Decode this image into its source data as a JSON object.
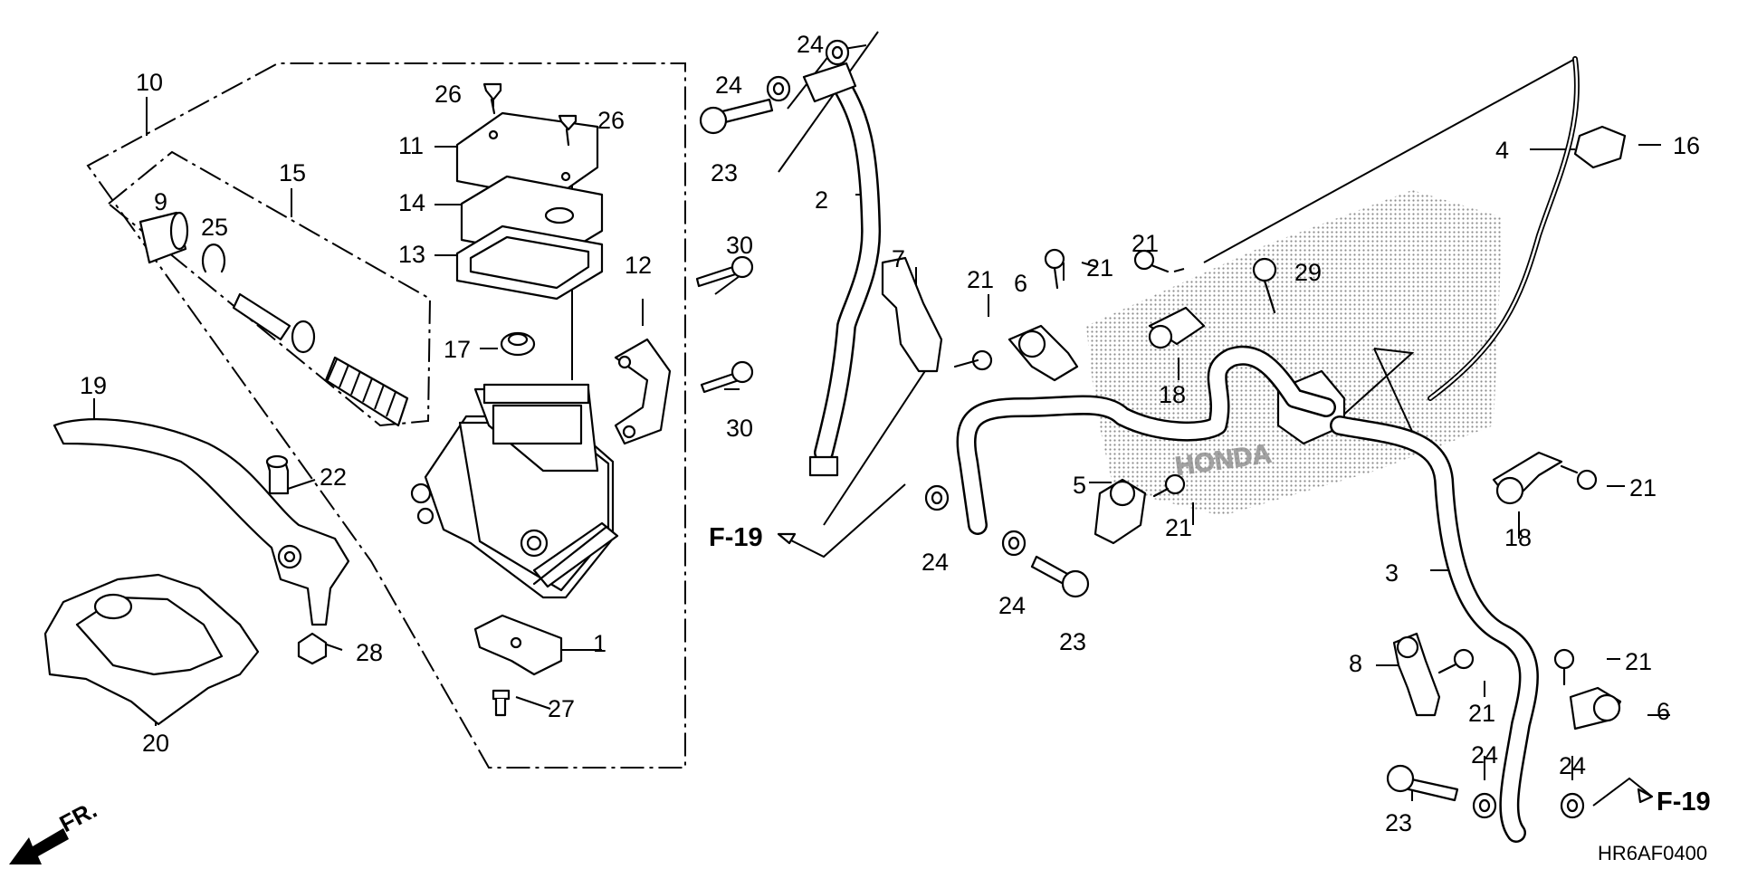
{
  "diagram_code": "HR6AF0400",
  "watermark": "HONDA",
  "direction_label": "FR.",
  "ref_left": "F-19",
  "ref_right": "F-19",
  "callouts": {
    "c1": "1",
    "c2": "2",
    "c3": "3",
    "c4": "4",
    "c5": "5",
    "c6a": "6",
    "c6b": "6",
    "c7": "7",
    "c8": "8",
    "c9": "9",
    "c10": "10",
    "c11": "11",
    "c12": "12",
    "c13": "13",
    "c14": "14",
    "c15": "15",
    "c16": "16",
    "c17": "17",
    "c18a": "18",
    "c18b": "18",
    "c19": "19",
    "c20": "20",
    "c21a": "21",
    "c21b": "21",
    "c21c": "21",
    "c21d": "21",
    "c21e": "21",
    "c21f": "21",
    "c21g": "21",
    "c22": "22",
    "c23a": "23",
    "c23b": "23",
    "c23c": "23",
    "c24a": "24",
    "c24b": "24",
    "c24c": "24",
    "c24d": "24",
    "c24e": "24",
    "c24f": "24",
    "c25": "25",
    "c26a": "26",
    "c26b": "26",
    "c27": "27",
    "c28": "28",
    "c29": "29",
    "c30a": "30",
    "c30b": "30"
  }
}
